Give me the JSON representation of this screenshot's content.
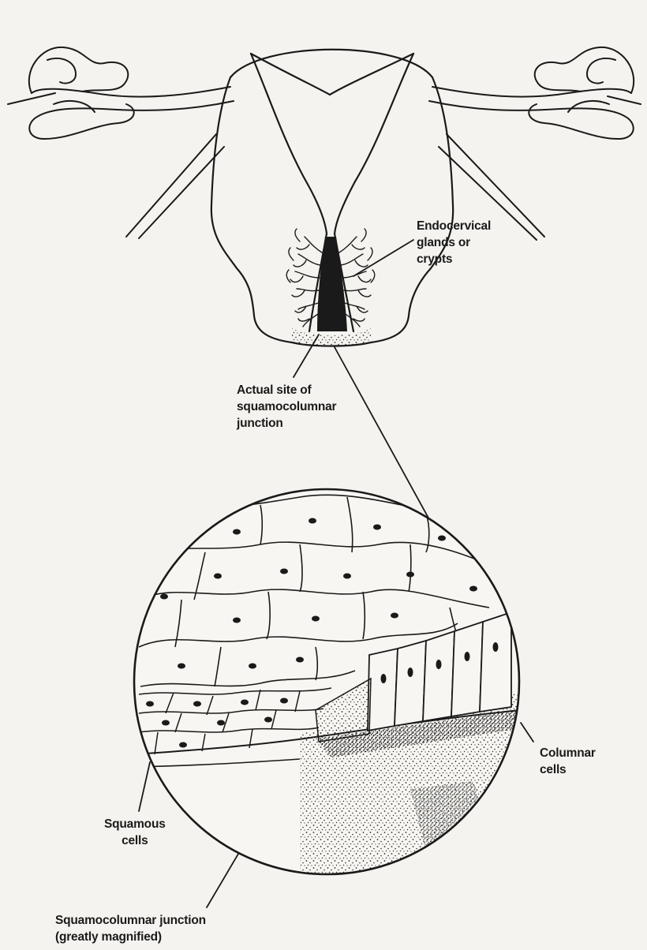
{
  "labels": {
    "endocervical": [
      "Endocervical",
      "glands or",
      "crypts"
    ],
    "actual_site": [
      "Actual site of",
      "squamocolumnar",
      "junction"
    ],
    "columnar": [
      "Columnar",
      "cells"
    ],
    "squamous": [
      "Squamous",
      "cells"
    ],
    "junction": [
      "Squamocolumnar junction",
      "(greatly magnified)"
    ]
  },
  "colors": {
    "ink": "#1a1a1a",
    "paper": "#f4f3ef"
  }
}
